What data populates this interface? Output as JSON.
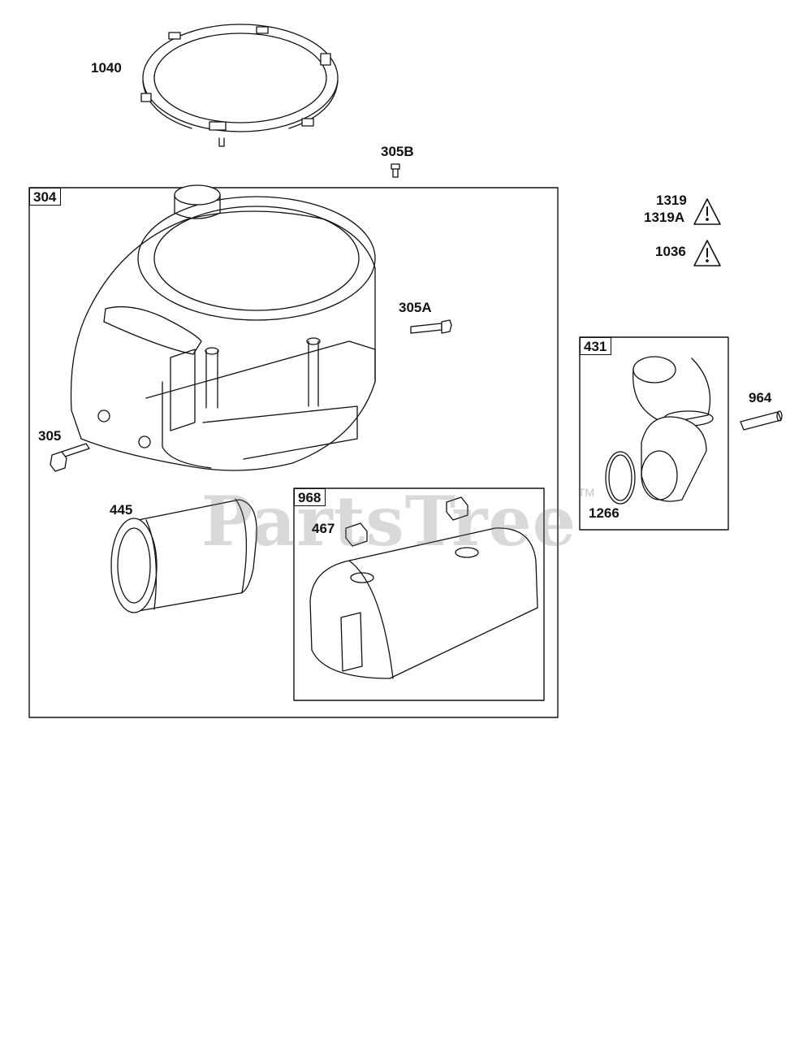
{
  "diagram": {
    "parts": {
      "p1040": "1040",
      "p305B": "305B",
      "p304": "304",
      "p1319": "1319",
      "p1319A": "1319A",
      "p1036": "1036",
      "p305A": "305A",
      "p431": "431",
      "p964": "964",
      "p305": "305",
      "p445": "445",
      "p968": "968",
      "p467": "467",
      "p1266": "1266"
    },
    "watermark": "PartsTree",
    "trademark": "TM"
  },
  "colors": {
    "line": "#111111",
    "watermark": "#8a8a8a"
  },
  "icons": [
    "warning-triangle-icon"
  ]
}
